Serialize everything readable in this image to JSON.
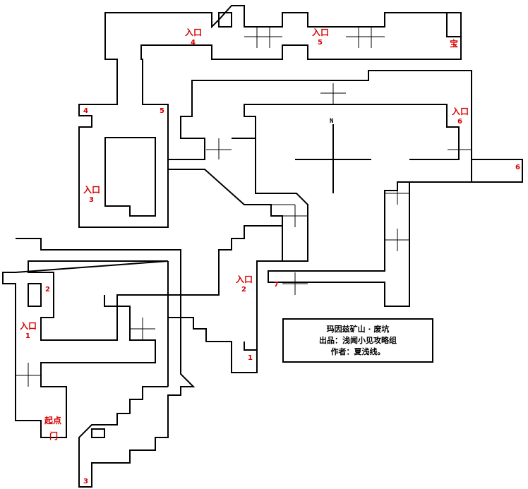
{
  "labels": {
    "entrance": "入口",
    "start": "起点",
    "door": "门",
    "treasure": "宝",
    "n1": "1",
    "n2": "2",
    "n3": "3",
    "n4": "4",
    "n5": "5",
    "n6": "6",
    "n7": "7"
  },
  "compass": {
    "north": "N"
  },
  "info": {
    "title": "玛因兹矿山 · 废坑",
    "publisher": "出品：浅闻小见攻略组",
    "author": "作者：夏浅线。"
  }
}
